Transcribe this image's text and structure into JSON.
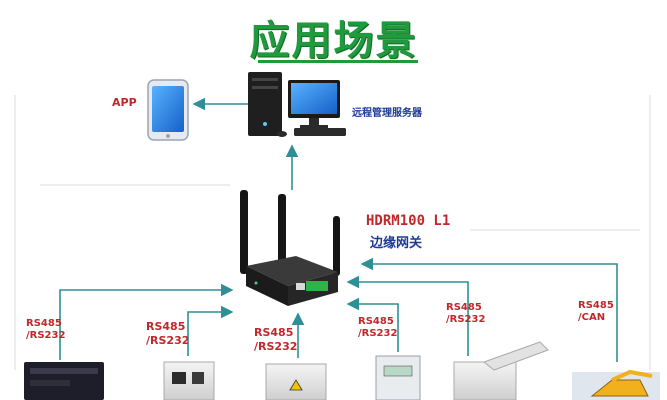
{
  "title": "应用场景",
  "labels": {
    "app": "APP",
    "server": "远程管理服务器",
    "gateway_model": "HDRM100 L1",
    "gateway_name": "边缘网关"
  },
  "ports": [
    {
      "line1": "RS485",
      "line2": "/RS232"
    },
    {
      "line1": "RS485",
      "line2": "/RS232"
    },
    {
      "line1": "RS485",
      "line2": "/RS232"
    },
    {
      "line1": "RS485",
      "line2": "/RS232"
    },
    {
      "line1": "RS485",
      "line2": "/RS232"
    },
    {
      "line1": "RS485",
      "line2": "/CAN"
    }
  ],
  "colors": {
    "title": "#1f9a3c",
    "arrow": "#2f8f96",
    "label_red": "#c0282b",
    "label_navy": "#1f3a93"
  }
}
